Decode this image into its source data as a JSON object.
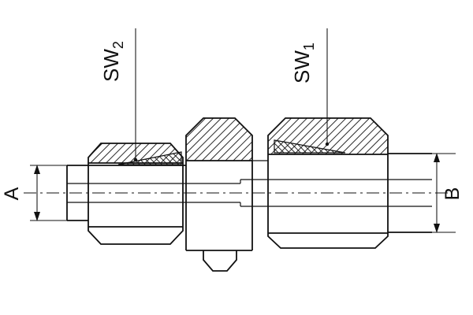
{
  "drawing": {
    "background_color": "#ffffff",
    "line_color": "#111111",
    "labels": {
      "wrench_size_left": {
        "prefix": "SW",
        "sub": "2"
      },
      "wrench_size_right": {
        "prefix": "SW",
        "sub": "1"
      },
      "diameter_left": "A",
      "diameter_right": "B"
    }
  }
}
